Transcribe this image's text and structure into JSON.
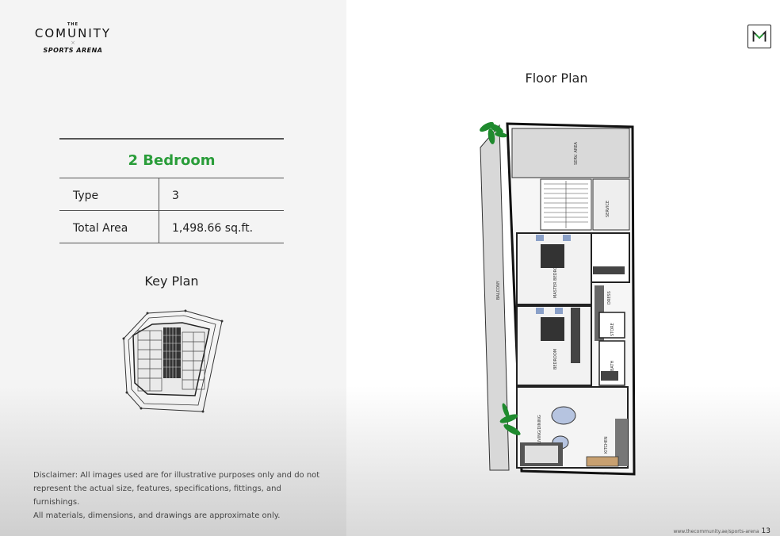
{
  "brand": {
    "the": "THE",
    "name": "COMUNITY",
    "x": "×",
    "sub": "SPORTS ARENA"
  },
  "unit": {
    "title": "2 Bedroom",
    "rows": [
      {
        "label": "Type",
        "value": "3"
      },
      {
        "label": "Total Area",
        "value": "1,498.66 sq.ft."
      }
    ]
  },
  "key_plan_title": "Key Plan",
  "floor_plan_title": "Floor Plan",
  "floor_plan_labels": {
    "balcony": "BALCONY",
    "master": "MASTER BEDROOM",
    "bed": "BEDROOM",
    "dress": "DRESS",
    "store": "STORE",
    "bath": "BATH",
    "living": "LIVING/DINING",
    "kitchen": "KITCHEN",
    "service": "SERVICE",
    "shaft": "SERV. AREA"
  },
  "disclaimer": [
    "Disclaimer: All images used are for illustrative purposes only and do not",
    "represent the actual size, features, specifications, fittings, and furnishings.",
    "All materials, dimensions, and drawings are approximate only."
  ],
  "footer": {
    "url": "www.thecommunity.ae/sports-arena",
    "page": "13"
  },
  "colors": {
    "accent": "#2a9d3a",
    "text": "#222222"
  },
  "icons": [
    "m-logo-icon",
    "key-plan-drawing",
    "floor-plan-drawing",
    "palm-plant-icon"
  ]
}
